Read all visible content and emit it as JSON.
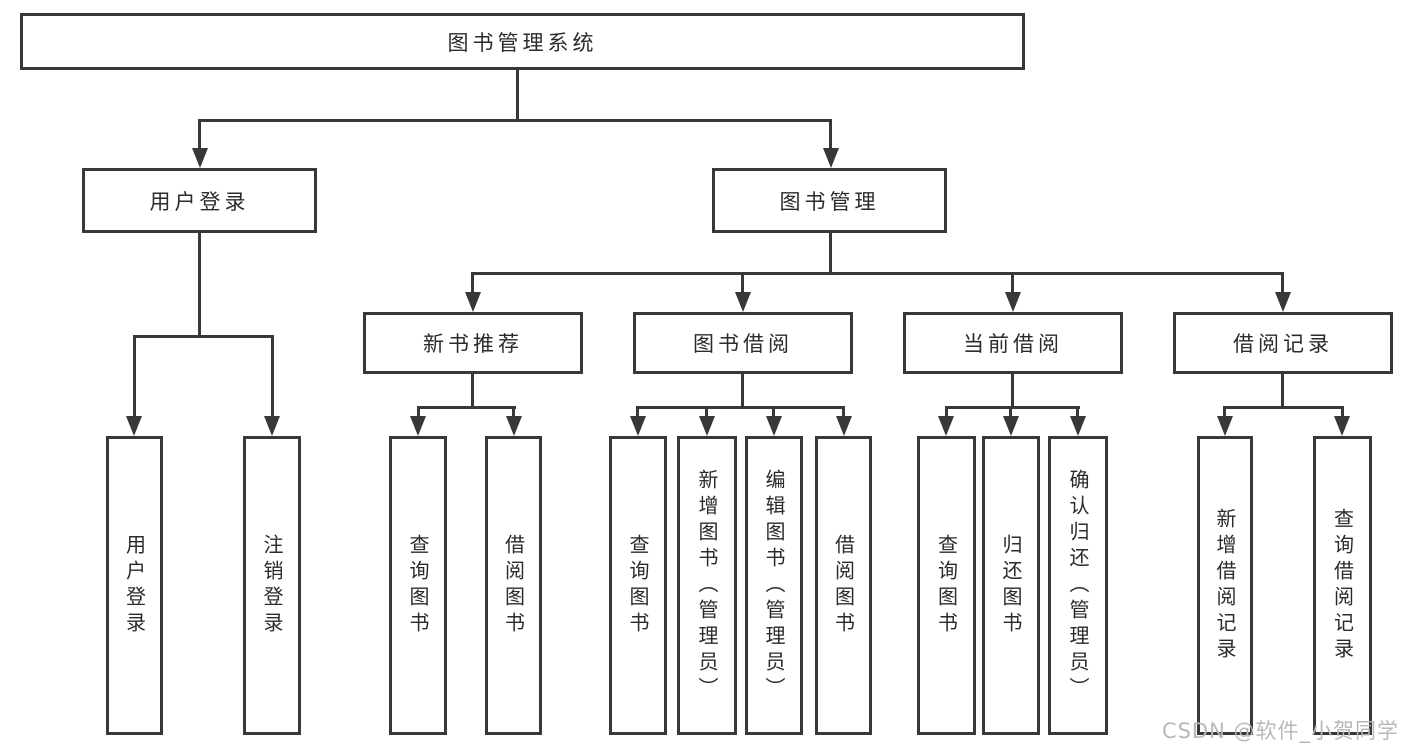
{
  "colors": {
    "line": "#383838",
    "text": "#2b2b2b",
    "watermark": "#b9b9b9",
    "background": "#ffffff"
  },
  "tree": {
    "root": {
      "label": "图书管理系统"
    },
    "user_login": {
      "label": "用户登录",
      "children": [
        {
          "label": "用户登录"
        },
        {
          "label": "注销登录"
        }
      ]
    },
    "book_mgmt": {
      "label": "图书管理",
      "sections": [
        {
          "label": "新书推荐",
          "children": [
            {
              "label": "查询图书"
            },
            {
              "label": "借阅图书"
            }
          ]
        },
        {
          "label": "图书借阅",
          "children": [
            {
              "label": "查询图书"
            },
            {
              "label": "新增图书（管理员）"
            },
            {
              "label": "编辑图书（管理员）"
            },
            {
              "label": "借阅图书"
            }
          ]
        },
        {
          "label": "当前借阅",
          "children": [
            {
              "label": "查询图书"
            },
            {
              "label": "归还图书"
            },
            {
              "label": "确认归还（管理员）"
            }
          ]
        },
        {
          "label": "借阅记录",
          "children": [
            {
              "label": "新增借阅记录"
            },
            {
              "label": "查询借阅记录"
            }
          ]
        }
      ]
    }
  },
  "watermark": {
    "text": "CSDN @软件_小贺同学"
  }
}
